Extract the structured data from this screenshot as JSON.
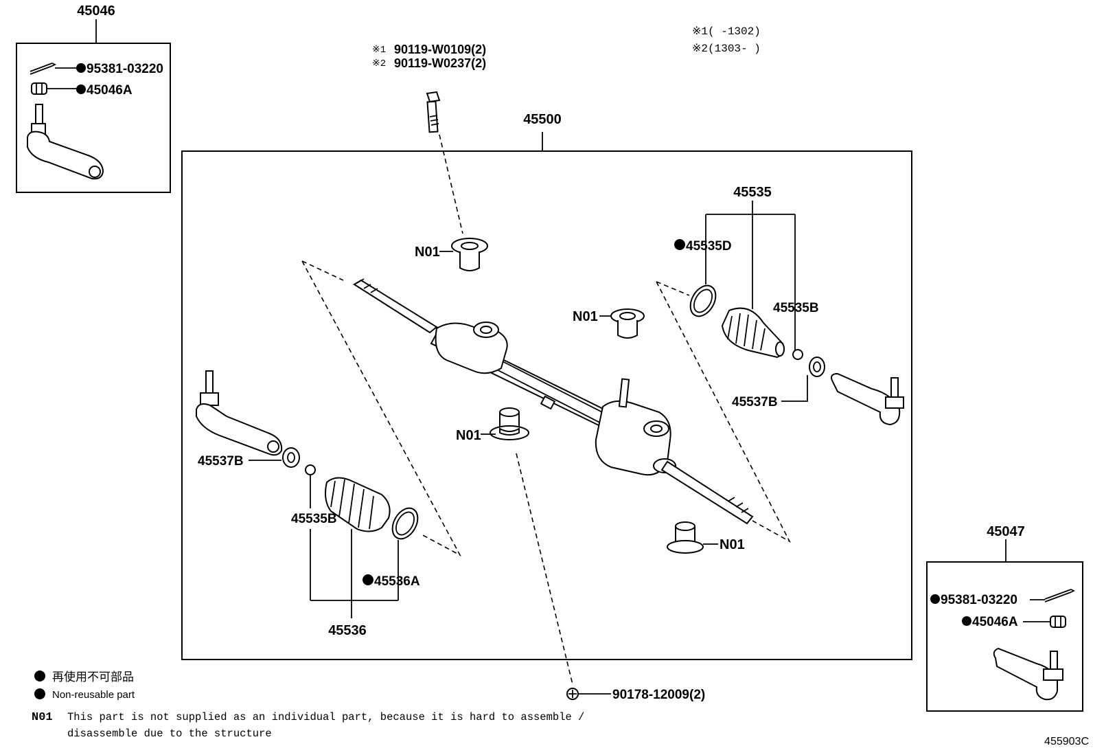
{
  "diagram": {
    "assembly_main": "45500",
    "tie_rod_left_box": "45046",
    "tie_rod_right_box": "45047",
    "cotter_pin_left": "95381-03220",
    "nut_left": "45046A",
    "cotter_pin_right": "95381-03220",
    "nut_right": "45046A",
    "bolt_line1": "90119-W0109(2)",
    "bolt_line2": "90119-W0237(2)",
    "bolt_mark1": "※1",
    "bolt_mark2": "※2",
    "variant_note1": "※1(   -1302)",
    "variant_note2": "※2(1303-   )",
    "bushing_label": "N01",
    "boot_kit_right": "45535",
    "clamp_right": "45535D",
    "band_right": "45535B",
    "spacer_right": "45537B",
    "boot_kit_left": "45536",
    "clamp_left": "45536A",
    "band_left": "45535B",
    "spacer_left": "45537B",
    "nut_bottom": "90178-12009(2)",
    "legend_jp": "再使用不可部品",
    "legend_en": "Non-reusable part",
    "note_code": "N01",
    "note_line1": "This part is not supplied as an individual part, because it is hard to assemble /",
    "note_line2": "disassemble due to the structure",
    "figure_id": "455903C"
  }
}
